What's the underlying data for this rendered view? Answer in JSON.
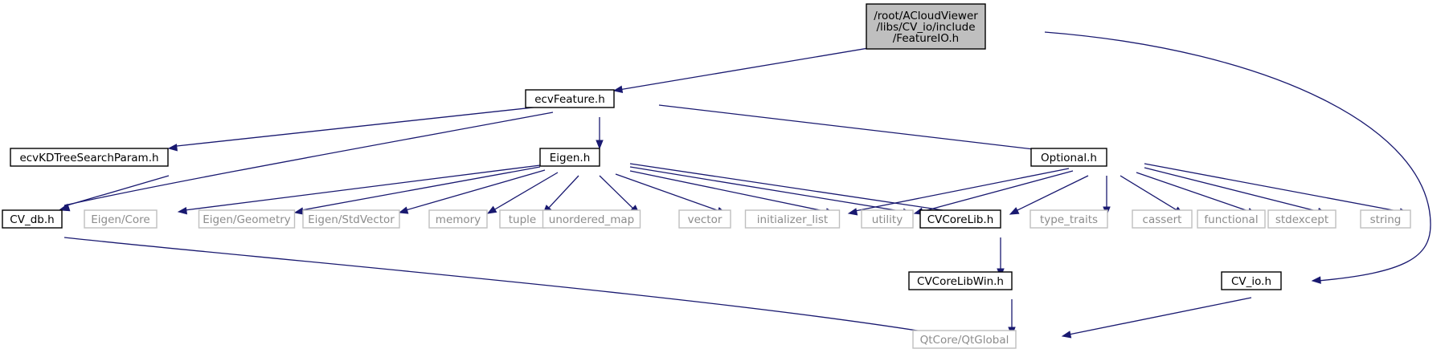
{
  "graph": {
    "nodes": [
      {
        "id": "featureio",
        "label_lines": [
          "/root/ACloudViewer",
          "/libs/CV_io/include",
          "/FeatureIO.h"
        ],
        "style": "root"
      },
      {
        "id": "ecvfeature",
        "label_lines": [
          "ecvFeature.h"
        ],
        "style": "primary"
      },
      {
        "id": "kdtree",
        "label_lines": [
          "ecvKDTreeSearchParam.h"
        ],
        "style": "primary"
      },
      {
        "id": "eigen",
        "label_lines": [
          "Eigen.h"
        ],
        "style": "primary"
      },
      {
        "id": "optional",
        "label_lines": [
          "Optional.h"
        ],
        "style": "primary"
      },
      {
        "id": "cvdb",
        "label_lines": [
          "CV_db.h"
        ],
        "style": "primary"
      },
      {
        "id": "eigencore",
        "label_lines": [
          "Eigen/Core"
        ],
        "style": "external"
      },
      {
        "id": "eigengeom",
        "label_lines": [
          "Eigen/Geometry"
        ],
        "style": "external"
      },
      {
        "id": "eigenstdvec",
        "label_lines": [
          "Eigen/StdVector"
        ],
        "style": "external"
      },
      {
        "id": "memory",
        "label_lines": [
          "memory"
        ],
        "style": "external"
      },
      {
        "id": "tuple",
        "label_lines": [
          "tuple"
        ],
        "style": "external"
      },
      {
        "id": "umap",
        "label_lines": [
          "unordered_map"
        ],
        "style": "external"
      },
      {
        "id": "vector",
        "label_lines": [
          "vector"
        ],
        "style": "external"
      },
      {
        "id": "initlist",
        "label_lines": [
          "initializer_list"
        ],
        "style": "external"
      },
      {
        "id": "utility",
        "label_lines": [
          "utility"
        ],
        "style": "external"
      },
      {
        "id": "cvcorelib",
        "label_lines": [
          "CVCoreLib.h"
        ],
        "style": "primary"
      },
      {
        "id": "typetraits",
        "label_lines": [
          "type_traits"
        ],
        "style": "external"
      },
      {
        "id": "cassert",
        "label_lines": [
          "cassert"
        ],
        "style": "external"
      },
      {
        "id": "functional",
        "label_lines": [
          "functional"
        ],
        "style": "external"
      },
      {
        "id": "stdexcept",
        "label_lines": [
          "stdexcept"
        ],
        "style": "external"
      },
      {
        "id": "string",
        "label_lines": [
          "string"
        ],
        "style": "external"
      },
      {
        "id": "cvcorewin",
        "label_lines": [
          "CVCoreLibWin.h"
        ],
        "style": "primary"
      },
      {
        "id": "cvio",
        "label_lines": [
          "CV_io.h"
        ],
        "style": "primary"
      },
      {
        "id": "qtglobal",
        "label_lines": [
          "QtCore/QtGlobal"
        ],
        "style": "external"
      }
    ],
    "edges": [
      [
        "featureio",
        "ecvfeature"
      ],
      [
        "featureio",
        "cvio"
      ],
      [
        "ecvfeature",
        "kdtree"
      ],
      [
        "ecvfeature",
        "cvdb"
      ],
      [
        "ecvfeature",
        "eigen"
      ],
      [
        "ecvfeature",
        "optional"
      ],
      [
        "kdtree",
        "cvdb"
      ],
      [
        "cvdb",
        "qtglobal"
      ],
      [
        "eigen",
        "eigencore"
      ],
      [
        "eigen",
        "eigengeom"
      ],
      [
        "eigen",
        "eigenstdvec"
      ],
      [
        "eigen",
        "memory"
      ],
      [
        "eigen",
        "tuple"
      ],
      [
        "eigen",
        "umap"
      ],
      [
        "eigen",
        "vector"
      ],
      [
        "eigen",
        "initlist"
      ],
      [
        "eigen",
        "utility"
      ],
      [
        "eigen",
        "cvcorelib"
      ],
      [
        "optional",
        "initlist"
      ],
      [
        "optional",
        "utility"
      ],
      [
        "optional",
        "cvcorelib"
      ],
      [
        "optional",
        "typetraits"
      ],
      [
        "optional",
        "cassert"
      ],
      [
        "optional",
        "functional"
      ],
      [
        "optional",
        "stdexcept"
      ],
      [
        "optional",
        "string"
      ],
      [
        "cvcorelib",
        "cvcorewin"
      ],
      [
        "cvcorewin",
        "qtglobal"
      ],
      [
        "cvio",
        "qtglobal"
      ]
    ]
  }
}
